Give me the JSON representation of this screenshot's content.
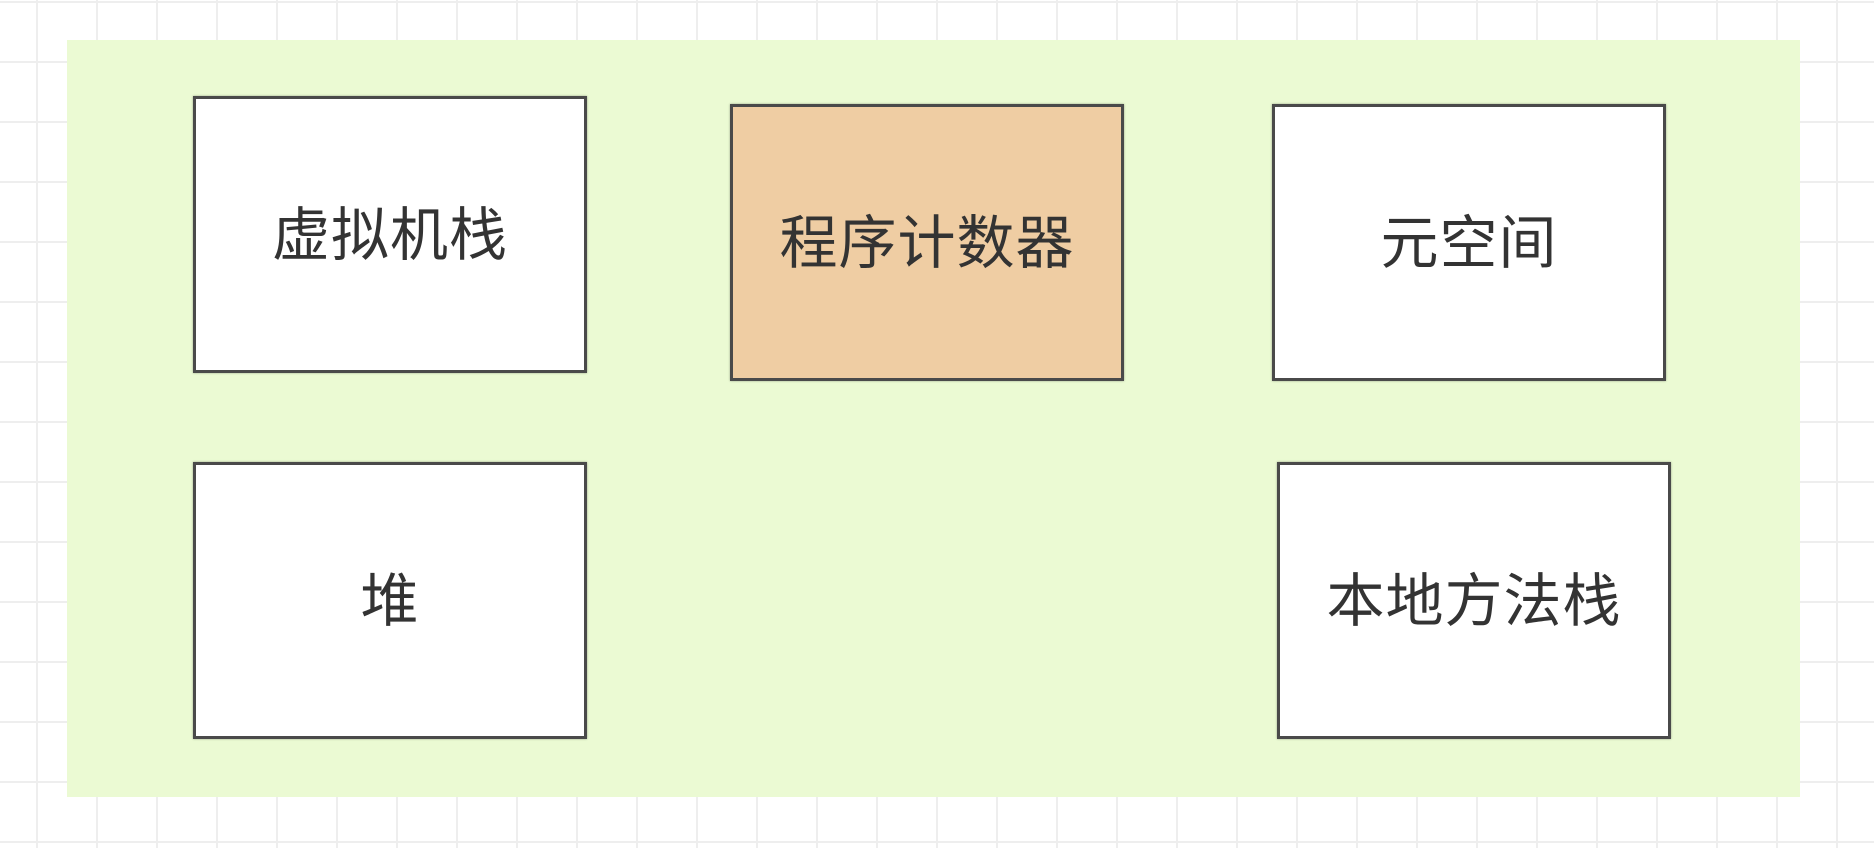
{
  "diagram": {
    "title": "",
    "canvas": {
      "background": "#ffffff",
      "grid_color": "#eeeeee",
      "grid_size": 60
    },
    "container": {
      "fill": "#ebfad3"
    },
    "nodes": [
      {
        "id": "jvm-stack",
        "label": "虚拟机栈",
        "fill": "#ffffff",
        "row": 1,
        "col": 1
      },
      {
        "id": "program-counter",
        "label": "程序计数器",
        "fill": "#efcda3",
        "row": 1,
        "col": 2
      },
      {
        "id": "metaspace",
        "label": "元空间",
        "fill": "#ffffff",
        "row": 1,
        "col": 3
      },
      {
        "id": "heap",
        "label": "堆",
        "fill": "#ffffff",
        "row": 2,
        "col": 1
      },
      {
        "id": "native-method-stack",
        "label": "本地方法栈",
        "fill": "#ffffff",
        "row": 2,
        "col": 3
      }
    ],
    "border_color": "#4a4a4a",
    "text_color": "#333333"
  }
}
